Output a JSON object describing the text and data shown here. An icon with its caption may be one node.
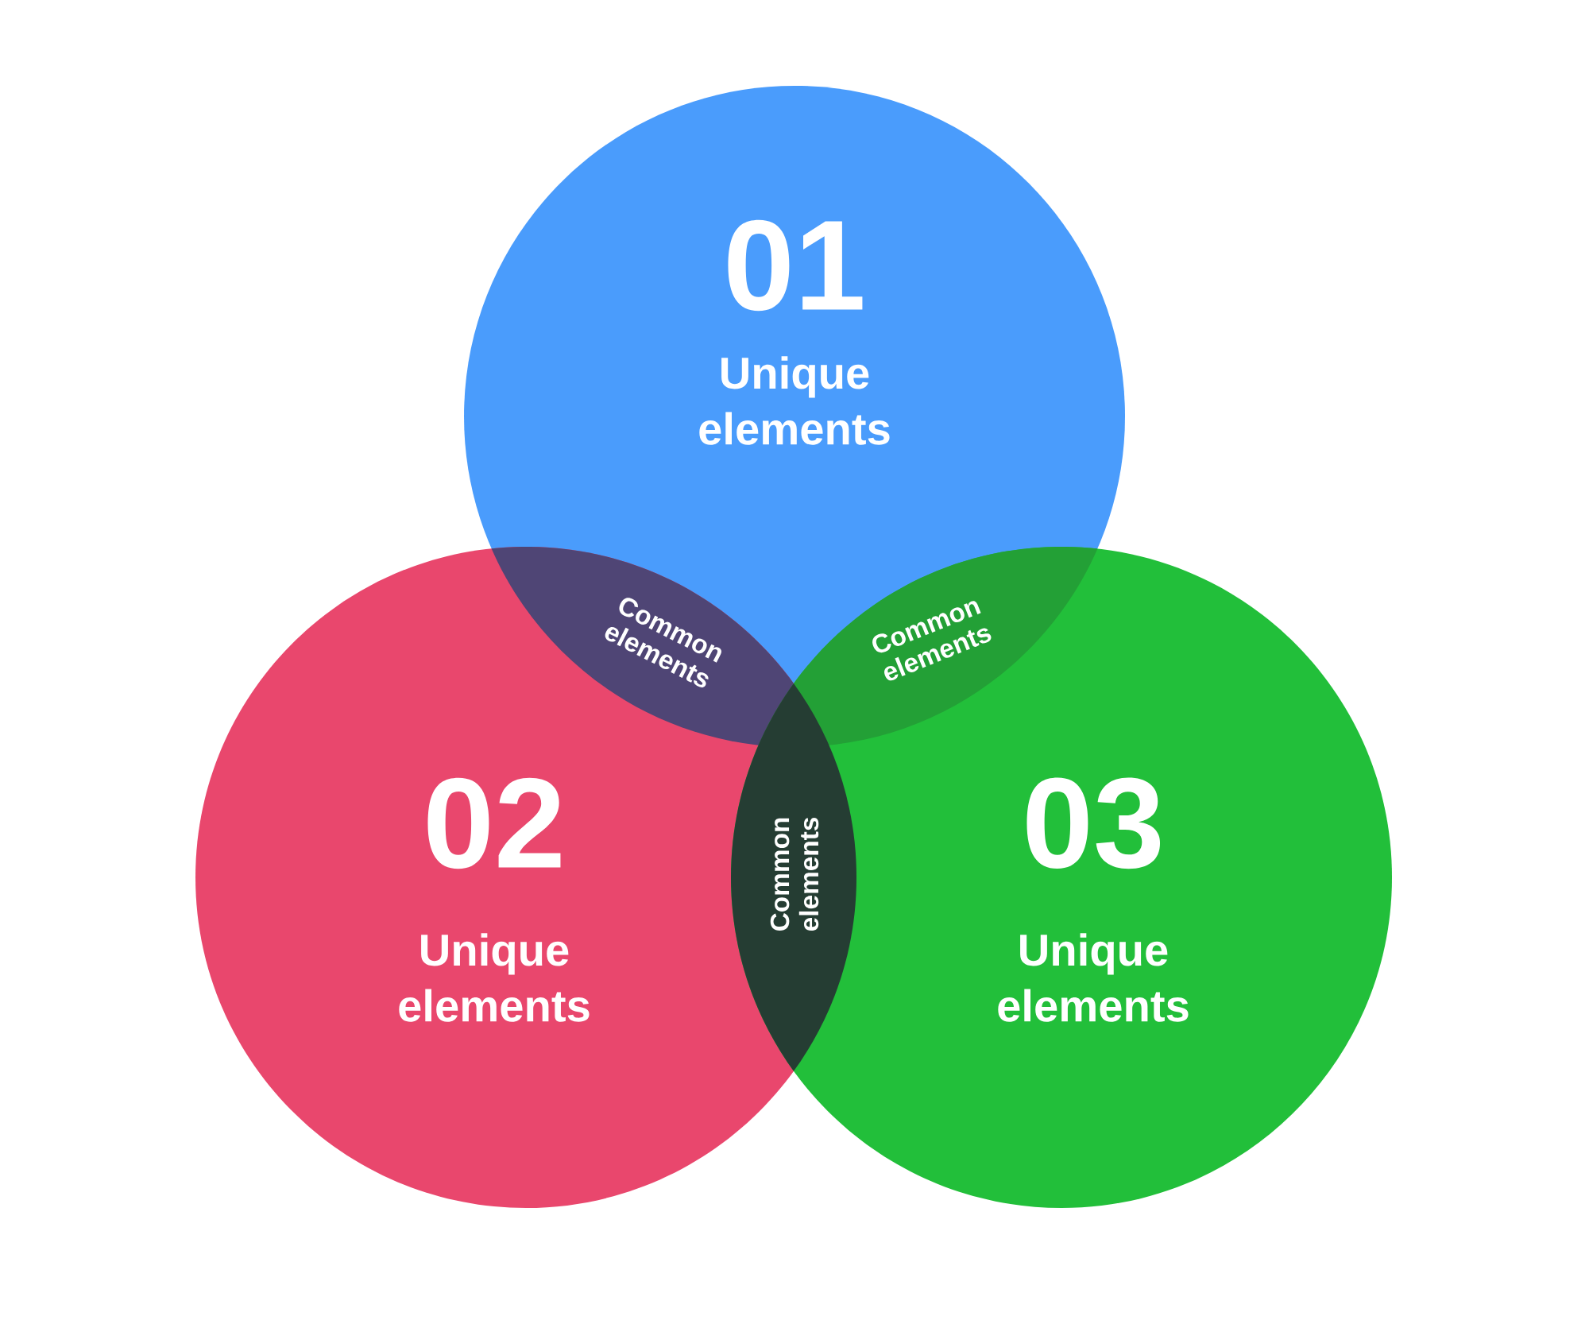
{
  "diagram": {
    "nodes": [
      {
        "text": [
          "01",
          "Unique elements"
        ]
      },
      {
        "text": [
          "02",
          "Unique elements"
        ]
      },
      {
        "text": [
          "03",
          "Unique elements"
        ]
      }
    ],
    "labels": [
      "Common elements",
      "Common elements",
      "Common elements"
    ]
  }
}
